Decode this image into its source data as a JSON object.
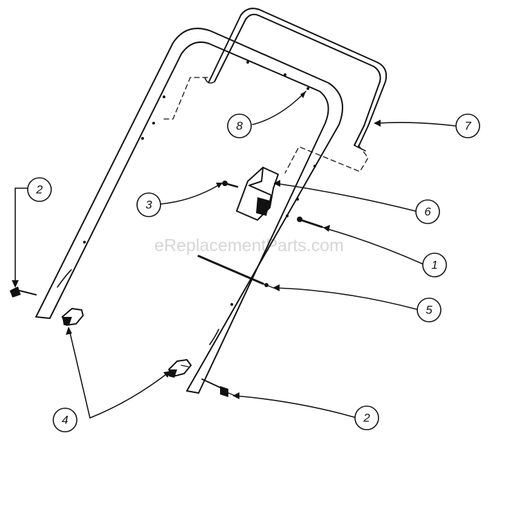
{
  "watermark": "eReplacementParts.com",
  "colors": {
    "ink": "#111111",
    "watermark": "#d6d6d6",
    "background": "#ffffff"
  },
  "callouts": [
    {
      "id": "8",
      "label": "8"
    },
    {
      "id": "7",
      "label": "7"
    },
    {
      "id": "3",
      "label": "3"
    },
    {
      "id": "6",
      "label": "6"
    },
    {
      "id": "2a",
      "label": "2"
    },
    {
      "id": "1",
      "label": "1"
    },
    {
      "id": "5",
      "label": "5"
    },
    {
      "id": "4",
      "label": "4"
    },
    {
      "id": "2b",
      "label": "2"
    }
  ]
}
